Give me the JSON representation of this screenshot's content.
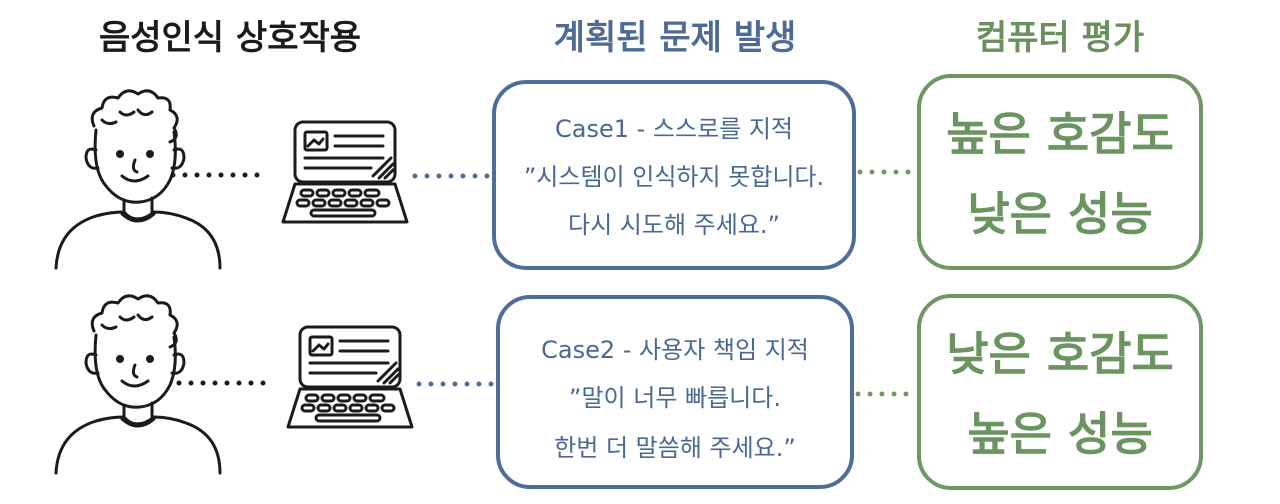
{
  "headers": {
    "interaction": "음성인식 상호작용",
    "planned_problem": "계획된 문제 발생",
    "computer_eval": "컴퓨터 평가"
  },
  "cases": [
    {
      "title": "Case1 - 스스로를 지적",
      "quote_line1": "”시스템이 인식하지 못합니다.",
      "quote_line2": "다시 시도해 주세요.”"
    },
    {
      "title": "Case2 - 사용자 책임 지적",
      "quote_line1": "”말이 너무 빠릅니다.",
      "quote_line2": "한번 더 말씀해 주세요.”"
    }
  ],
  "evaluations": [
    {
      "line1": "높은 호감도",
      "line2": "낮은 성능"
    },
    {
      "line1": "낮은 호감도",
      "line2": "높은 성능"
    }
  ],
  "colors": {
    "ink": "#1b1b1b",
    "case_blue": "#506d98",
    "eval_green": "#6e9764"
  },
  "icons": {
    "person": "person-icon",
    "laptop": "laptop-icon"
  }
}
